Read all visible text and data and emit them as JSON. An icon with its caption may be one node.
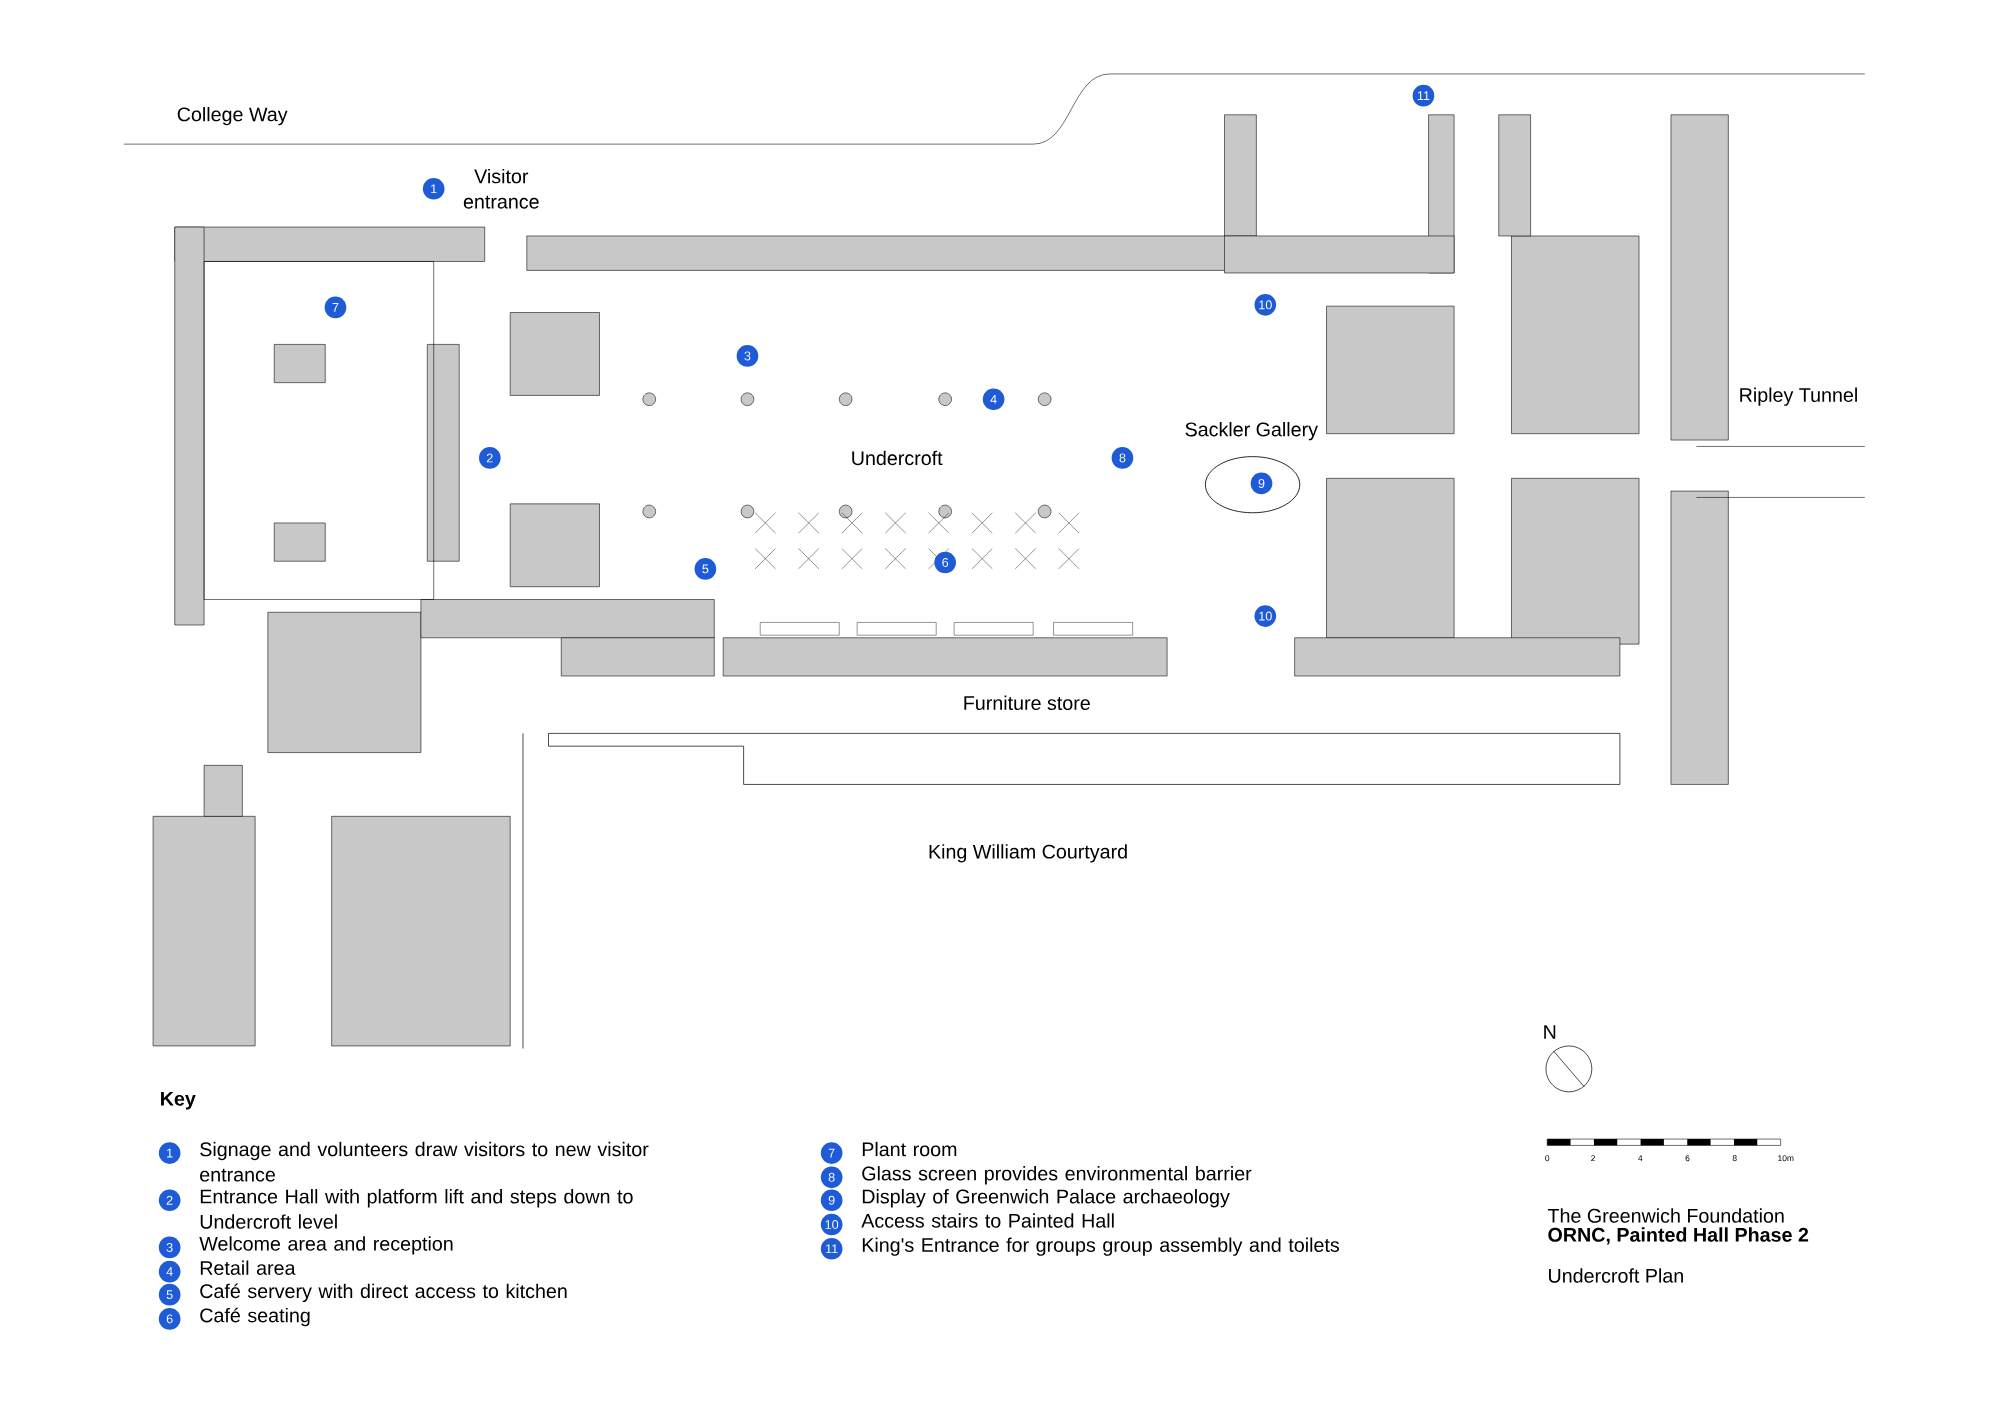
{
  "diagram": {
    "labels": [
      "College Way",
      "1",
      "Visitor entrance",
      "11",
      "7",
      "10",
      "3",
      "Ripley Tunnel",
      "4",
      "Sackler Gallery",
      "2",
      "Undercroft",
      "8",
      "9",
      "5",
      "6",
      "10",
      "Furniture store",
      "King William Courtyard",
      "N",
      "Key",
      "1",
      "Signage and volunteers draw visitors to new visitor entrance",
      "2",
      "Entrance Hall with platform lift and steps down to Undercroft level",
      "3",
      "Welcome area and reception",
      "4",
      "Retail area",
      "5",
      "Café servery with direct access to kitchen",
      "6",
      "Café seating",
      "7",
      "Plant room",
      "8",
      "Glass screen provides environmental barrier",
      "9",
      "Display of Greenwich Palace archaeology",
      "10",
      "Access stairs to Painted Hall",
      "11",
      "King's Entrance for groups group assembly and toilets",
      "0",
      "2",
      "4",
      "6",
      "8",
      "10m",
      "The Greenwich Foundation",
      "ORNC, Painted Hall Phase 2",
      "Undercroft Plan"
    ]
  }
}
